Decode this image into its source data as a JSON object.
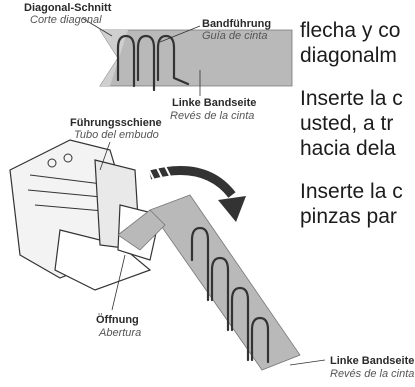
{
  "labels": {
    "diagonal_cut_de": "Diagonal-Schnitt",
    "diagonal_cut_es": "Corte diagonal",
    "tape_guide_de": "Bandführung",
    "tape_guide_es": "Guía de cinta",
    "tape_back_top_de": "Linke Bandseite",
    "tape_back_top_es": "Revés de la cinta",
    "guide_rail_de": "Führungsschiene",
    "guide_rail_es": "Tubo del embudo",
    "opening_de": "Öffnung",
    "opening_es": "Abertura",
    "tape_back_bottom_de": "Linke Bandseite",
    "tape_back_bottom_es": "Revés de la cinta"
  },
  "instructions": {
    "line1": "flecha y co",
    "line2": "diagonalm",
    "line3": "Inserte la c",
    "line4": "usted, a tr",
    "line5": "hacia dela",
    "line6": "Inserte la c",
    "line7": "pinzas par"
  },
  "colors": {
    "tape_gray": "#b9b9b9",
    "line": "#333333",
    "text": "#1c1c1c"
  }
}
